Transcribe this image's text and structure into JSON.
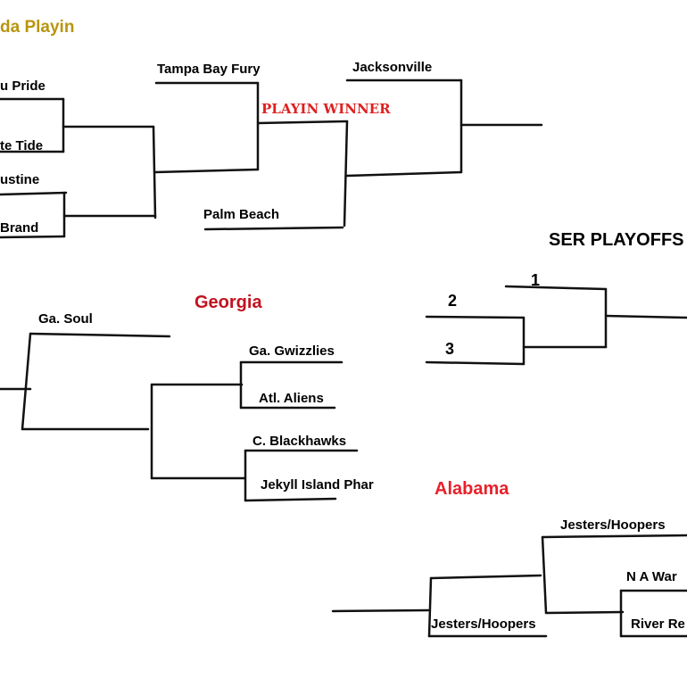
{
  "florida": {
    "title": "da Playin",
    "teams": {
      "pride": "u Pride",
      "tide": "te Tide",
      "augustine": "ustine",
      "brand": "Brand",
      "tampa": "Tampa Bay Fury",
      "palm_beach": "Palm Beach",
      "jacksonville": "Jacksonville"
    },
    "playin_winner": "PLAYIN WINNER"
  },
  "ser_playoffs": {
    "title": "SER PLAYOFFS",
    "seeds": [
      "1",
      "2",
      "3"
    ]
  },
  "georgia": {
    "title": "Georgia",
    "teams": {
      "soul": "Ga. Soul",
      "gwizzlies": "Ga. Gwizzlies",
      "aliens": "Atl. Aliens",
      "blackhawks": "C. Blackhawks",
      "jekyll": "Jekyll Island Phar"
    }
  },
  "alabama": {
    "title": "Alabama",
    "teams": {
      "jesters_top": "Jesters/Hoopers",
      "na_war": "N A War",
      "river": "River Re",
      "jesters_bottom": "Jesters/Hoopers"
    }
  }
}
